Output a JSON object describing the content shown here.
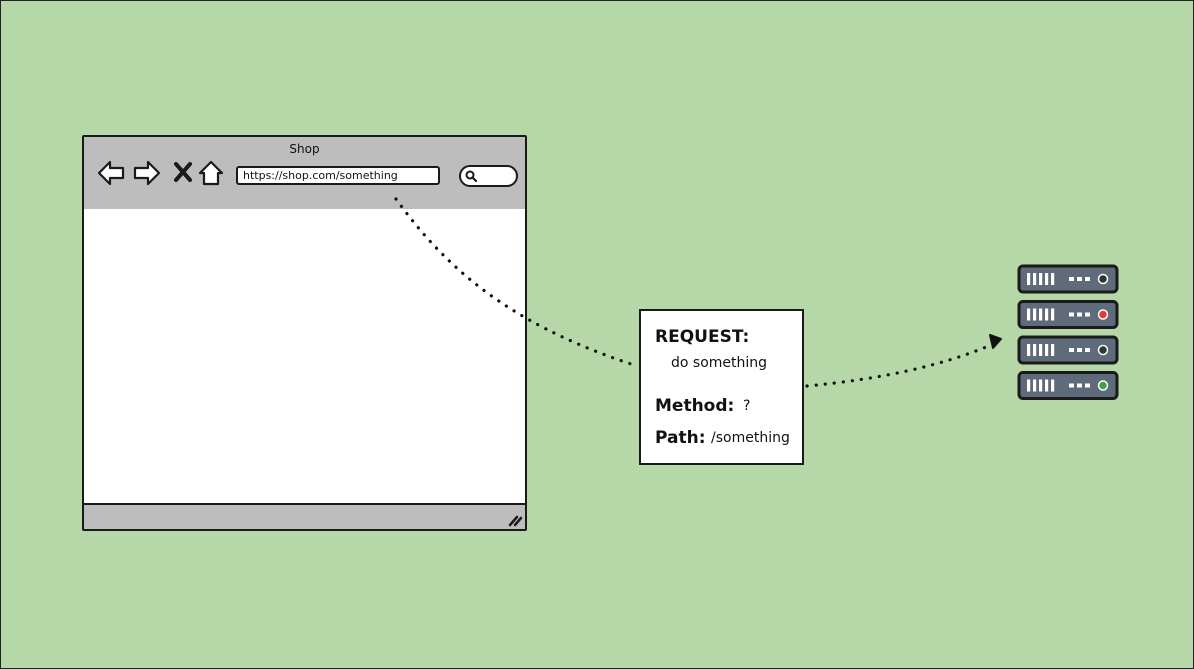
{
  "browser": {
    "title": "Shop",
    "url": "https://shop.com/something",
    "icons": [
      "back-arrow-icon",
      "forward-arrow-icon",
      "close-x-icon",
      "home-icon",
      "search-icon",
      "resize-grip-icon"
    ]
  },
  "request": {
    "title": "REQUEST:",
    "description": "do something",
    "method_label": "Method:",
    "method_value": "?",
    "path_label": "Path:",
    "path_value": "/something"
  },
  "server": {
    "icon": "server-rack-icon",
    "units": 4,
    "led_colors": [
      "#333333",
      "#e53935",
      "#333333",
      "#43a047"
    ]
  },
  "colors": {
    "background": "#b6d7a8",
    "browser_chrome": "#bdbdbd",
    "server_body": "#5f6b7a"
  }
}
